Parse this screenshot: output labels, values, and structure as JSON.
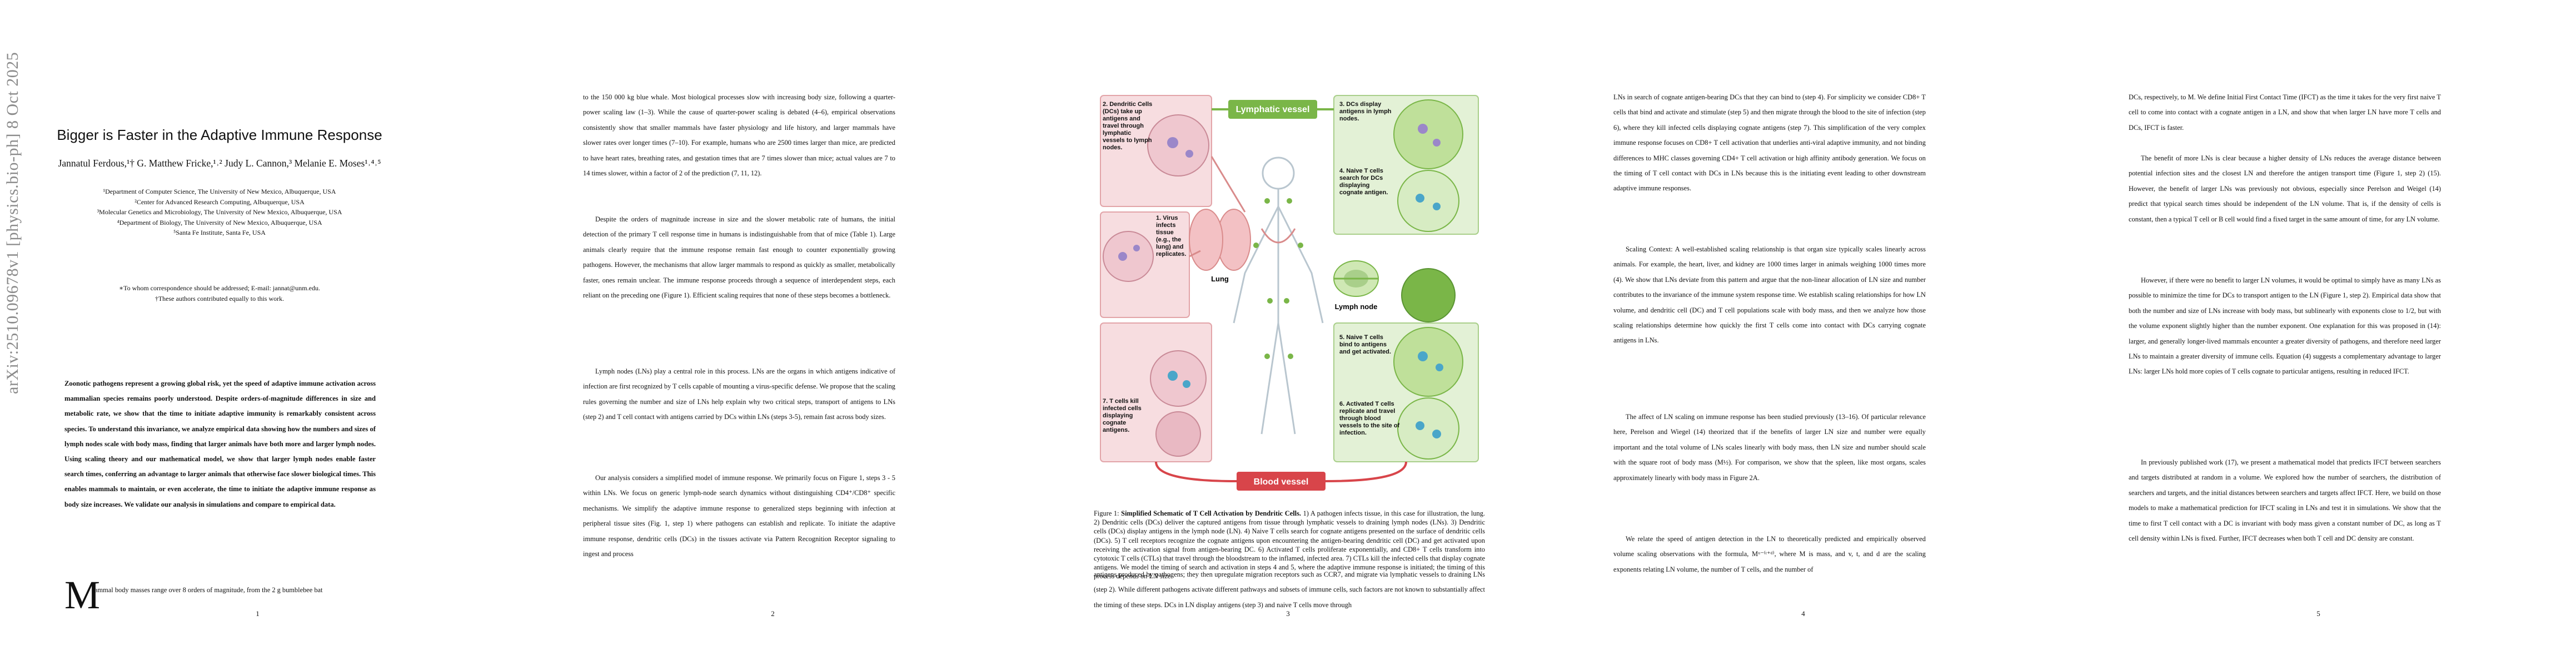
{
  "arxiv_stamp": "arXiv:2510.09678v1  [physics.bio-ph]  8 Oct 2025",
  "page1": {
    "title": "Bigger is Faster in the Adaptive Immune Response",
    "authors": "Jannatul Ferdous,¹† G. Matthew Fricke,¹˒² Judy L. Cannon,³ Melanie E. Moses¹˒⁴˒⁵",
    "affiliations": [
      "¹Department of Computer Science, The University of New Mexico, Albuquerque, USA",
      "²Center for Advanced Research Computing, Albuquerque, USA",
      "³Molecular Genetics and Microbiology, The University of New Mexico, Albuquerque, USA",
      "⁴Department of Biology, The University of New Mexico, Albuquerque, USA",
      "⁵Santa Fe Institute, Santa Fe, USA"
    ],
    "correspondence": "∗To whom correspondence should be addressed; E-mail: jannat@unm.edu.",
    "equal_contribution": "†These authors contributed equally to this work.",
    "abstract": "Zoonotic pathogens represent a growing global risk, yet the speed of adaptive immune activation across mammalian species remains poorly understood. Despite orders-of-magnitude differences in size and metabolic rate, we show that the time to initiate adaptive immunity is remarkably consistent across species. To understand this invariance, we analyze empirical data showing how the numbers and sizes of lymph nodes scale with body mass, finding that larger animals have both more and larger lymph nodes. Using scaling theory and our mathematical model, we show that larger lymph nodes enable faster search times, conferring an advantage to larger animals that otherwise face slower biological times. This enables mammals to maintain, or even accelerate, the time to initiate the adaptive immune response as body size increases. We validate our analysis in simulations and compare to empirical data.",
    "dropcap": "M",
    "first_line": "ammal body masses range over 8 orders of magnitude, from the 2 g bumblebee bat",
    "page_number": "1"
  },
  "page2": {
    "paragraphs": [
      "to the 150 000 kg blue whale. Most biological processes slow with increasing body size, following a quarter-power scaling law (1–3). While the cause of quarter-power scaling is debated (4–6), empirical observations consistently show that smaller mammals have faster physiology and life history, and larger mammals have slower rates over longer times (7–10). For example, humans who are 2500 times larger than mice, are predicted to have heart rates, breathing rates, and gestation times that are 7 times slower than mice; actual values are 7 to 14 times slower, within a factor of 2 of the prediction (7, 11, 12).",
      "Despite the orders of magnitude increase in size and the slower metabolic rate of humans, the initial detection of the primary T cell response time in humans is indistinguishable from that of mice (Table 1). Large animals clearly require that the immune response remain fast enough to counter exponentially growing pathogens. However, the mechanisms that allow larger mammals to respond as quickly as smaller, metabolically faster, ones remain unclear. The immune response proceeds through a sequence of interdependent steps, each reliant on the preceding one (Figure 1). Efficient scaling requires that none of these steps becomes a bottleneck.",
      "Lymph nodes (LNs) play a central role in this process. LNs are the organs in which antigens indicative of infection are first recognized by T cells capable of mounting a virus-specific defense. We propose that the scaling rules governing the number and size of LNs help explain why two critical steps, transport of antigens to LNs (step 2) and T cell contact with antigens carried by DCs within LNs (steps 3-5), remain fast across body sizes.",
      "Our analysis considers a simplified model of immune response. We primarily focus on Figure 1, steps 3 - 5 within LNs. We focus on generic lymph-node search dynamics without distinguishing CD4⁺/CD8⁺ specific mechanisms. We simplify the adaptive immune response to generalized steps beginning with infection at peripheral tissue sites (Fig. 1, step 1) where pathogens can establish and replicate. To initiate the adaptive immune response, dendritic cells (DCs) in the tissues activate via Pattern Recognition Receptor signaling to ingest and process"
    ],
    "page_number": "2"
  },
  "page3": {
    "figure_labels": {
      "lymphatic_vessel": "Lymphatic vessel",
      "blood_vessel": "Blood vessel",
      "lung": "Lung",
      "lymph_node": "Lymph node",
      "step1": "1. Virus infects tissue (e.g., the lung) and replicates.",
      "step2": "2. Dendritic Cells (DCs) take up antigens and travel through lymphatic vessels to lymph nodes.",
      "step3": "3. DCs display antigens in lymph nodes.",
      "step4": "4. Naive T cells search for DCs displaying cognate antigen.",
      "step5": "5. Naive T cells bind to antigens and get activated.",
      "step6": "6. Activated T cells replicate and travel through blood vessels to the site of infection.",
      "step7": "7. T cells kill infected cells displaying cognate antigens."
    },
    "caption_label": "Figure 1:",
    "caption_title": "Simplified Schematic of T Cell Activation by Dendritic Cells.",
    "caption_text": " 1) A pathogen infects tissue, in this case for illustration, the lung. 2) Dendritic cells (DCs) deliver the captured antigens from tissue through lymphatic vessels to draining lymph nodes (LNs). 3) Dendritic cells (DCs) display antigens in the lymph node (LN). 4) Naive T cells search for cognate antigens presented on the surface of dendritic cells (DCs). 5) T cell receptors recognize the cognate antigens upon encountering the antigen-bearing dendritic cell (DC) and get activated upon receiving the activation signal from antigen-bearing DC. 6) Activated T cells proliferate exponentially, and CD8+ T cells transform into cytotoxic T cells (CTLs) that travel through the bloodstream to the inflamed, infected area. 7) CTLs kill the infected cells that display cognate antigens. We model the timing of search and activation in steps 4 and 5, where the adaptive immune response is initiated; the timing of this process depends on LN size.",
    "body": "antigens produced by pathogens; they then upregulate migration receptors such as CCR7, and migrate via lymphatic vessels to draining LNs (step 2). While different pathogens activate different pathways and subsets of immune cells, such factors are not known to substantially affect the timing of these steps. DCs in LN display antigens (step 3) and naive T cells move through",
    "page_number": "3"
  },
  "page4": {
    "paragraphs": [
      "LNs in search of cognate antigen-bearing DCs that they can bind to (step 4). For simplicity we consider CD8+ T cells that bind and activate and stimulate (step 5) and then migrate through the blood to the site of infection (step 6), where they kill infected cells displaying cognate antigens (step 7). This simplification of the very complex immune response focuses on CD8+ T cell activation that underlies anti-viral adaptive immunity, and not binding differences to MHC classes governing CD4+ T cell activation or high affinity antibody generation. We focus on the timing of T cell contact with DCs in LNs because this is the initiating event leading to other downstream adaptive immune responses.",
      "Scaling Context: A well-established scaling relationship is that organ size typically scales linearly across animals. For example, the heart, liver, and kidney are 1000 times larger in animals weighing 1000 times more (4). We show that LNs deviate from this pattern and argue that the non-linear allocation of LN size and number contributes to the invariance of the immune system response time. We establish scaling relationships for how LN volume, and dendritic cell (DC) and T cell populations scale with body mass, and then we analyze how those scaling relationships determine how quickly the first T cells come into contact with DCs carrying cognate antigens in LNs.",
      "The affect of LN scaling on immune response has been studied previously (13–16). Of particular relevance here, Perelson and Wiegel (14) theorized that if the benefits of larger LN size and number were equally important and the total volume of LNs scales linearly with body mass, then LN size and number should scale with the square root of body mass (M½). For comparison, we show that the spleen, like most organs, scales approximately linearly with body mass in Figure 2A.",
      "We relate the speed of antigen detection in the LN to theoretically predicted and empirically observed volume scaling observations with the formula, Mᵘ⁻⁽ᵗ⁺ᵈ⁾, where M is mass, and v, t, and d are the scaling exponents relating LN volume, the number of T cells, and the number of"
    ],
    "page_number": "4"
  },
  "page5": {
    "paragraphs": [
      "DCs, respectively, to M. We define Initial First Contact Time (IFCT) as the time it takes for the very first naive T cell to come into contact with a cognate antigen in a LN, and show that when larger LN have more T cells and DCs, IFCT is faster.",
      "The benefit of more LNs is clear because a higher density of LNs reduces the average distance between potential infection sites and the closest LN and therefore the antigen transport time (Figure 1, step 2) (15). However, the benefit of larger LNs was previously not obvious, especially since Perelson and Weigel (14) predict that typical search times should be independent of the LN volume. That is, if the density of cells is constant, then a typical T cell or B cell would find a fixed target in the same amount of time, for any LN volume.",
      "However, if there were no benefit to larger LN volumes, it would be optimal to simply have as many LNs as possible to minimize the time for DCs to transport antigen to the LN (Figure 1, step 2). Empirical data show that both the number and size of LNs increase with body mass, but sublinearly with exponents close to 1/2, but with the volume exponent slightly higher than the number exponent. One explanation for this was proposed in (14): larger, and generally longer-lived mammals encounter a greater diversity of pathogens, and therefore need larger LNs to maintain a greater diversity of immune cells. Equation (4) suggests a complementary advantage to larger LNs: larger LNs hold more copies of T cells cognate to particular antigens, resulting in reduced IFCT.",
      "In previously published work (17), we present a mathematical model that predicts IFCT between searchers and targets distributed at random in a volume. We explored how the number of searchers, the distribution of searchers and targets, and the initial distances between searchers and targets affect IFCT. Here, we build on those models to make a mathematical prediction for IFCT scaling in LNs and test it in simulations. We show that the time to first T cell contact with a DC is invariant with body mass given a constant number of DC, as long as T cell density within LNs is fixed. Further, IFCT decreases when both T cell and DC density are constant."
    ],
    "page_number": "5"
  },
  "colors": {
    "lymph_green": "#7ab648",
    "blood_red": "#d8454a",
    "lung_pink": "#f3c1c4",
    "ln_green": "#cfe8b4"
  }
}
